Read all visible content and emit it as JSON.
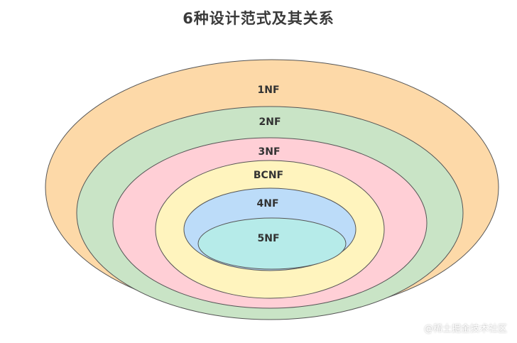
{
  "title": "6种设计范式及其关系",
  "watermark": "@稀土掘金技术社区",
  "rings": [
    {
      "label": "1NF",
      "color": "#fdd9a8"
    },
    {
      "label": "2NF",
      "color": "#c9e4c6"
    },
    {
      "label": "3NF",
      "color": "#ffcfd6"
    },
    {
      "label": "BCNF",
      "color": "#fff4be"
    },
    {
      "label": "4NF",
      "color": "#bcdcf9"
    },
    {
      "label": "5NF",
      "color": "#b6ebe9"
    }
  ]
}
